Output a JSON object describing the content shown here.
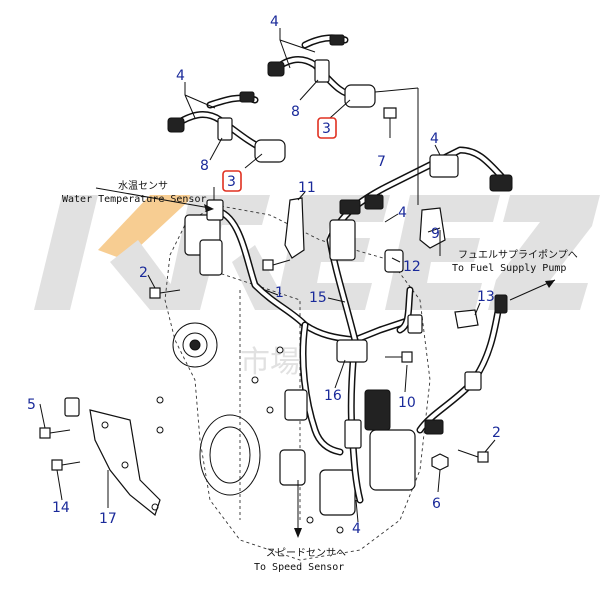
{
  "watermark": {
    "text": "KREEZ",
    "sub": "市場",
    "color": "#c9c9c9",
    "accent": "#f1a53a"
  },
  "callouts": [
    {
      "id": "c4a",
      "text": "4"
    },
    {
      "id": "c4b",
      "text": "4"
    },
    {
      "id": "c8a",
      "text": "8"
    },
    {
      "id": "c8b",
      "text": "8"
    },
    {
      "id": "c3a",
      "text": "3"
    },
    {
      "id": "c3b",
      "text": "3"
    },
    {
      "id": "c7",
      "text": "7"
    },
    {
      "id": "c4c",
      "text": "4"
    },
    {
      "id": "c11",
      "text": "11"
    },
    {
      "id": "c4d",
      "text": "4"
    },
    {
      "id": "c9",
      "text": "9"
    },
    {
      "id": "c2a",
      "text": "2"
    },
    {
      "id": "c12",
      "text": "12"
    },
    {
      "id": "c1",
      "text": "1"
    },
    {
      "id": "c15",
      "text": "15"
    },
    {
      "id": "c13",
      "text": "13"
    },
    {
      "id": "c5",
      "text": "5"
    },
    {
      "id": "c10",
      "text": "10"
    },
    {
      "id": "c16",
      "text": "16"
    },
    {
      "id": "c2b",
      "text": "2"
    },
    {
      "id": "c14",
      "text": "14"
    },
    {
      "id": "c17",
      "text": "17"
    },
    {
      "id": "c6",
      "text": "6"
    },
    {
      "id": "c4e",
      "text": "4"
    }
  ],
  "boxed_color": "#e03020",
  "label_color": "#1a2a9a",
  "captions": {
    "water_temp_jp": "水温センサ",
    "water_temp_en": "Water Temperature Sensor",
    "fuel_pump_jp": "フュエルサプライポンプへ",
    "fuel_pump_en": "To Fuel Supply Pump",
    "speed_jp": "スピードセンサへ",
    "speed_en": "To Speed Sensor"
  }
}
